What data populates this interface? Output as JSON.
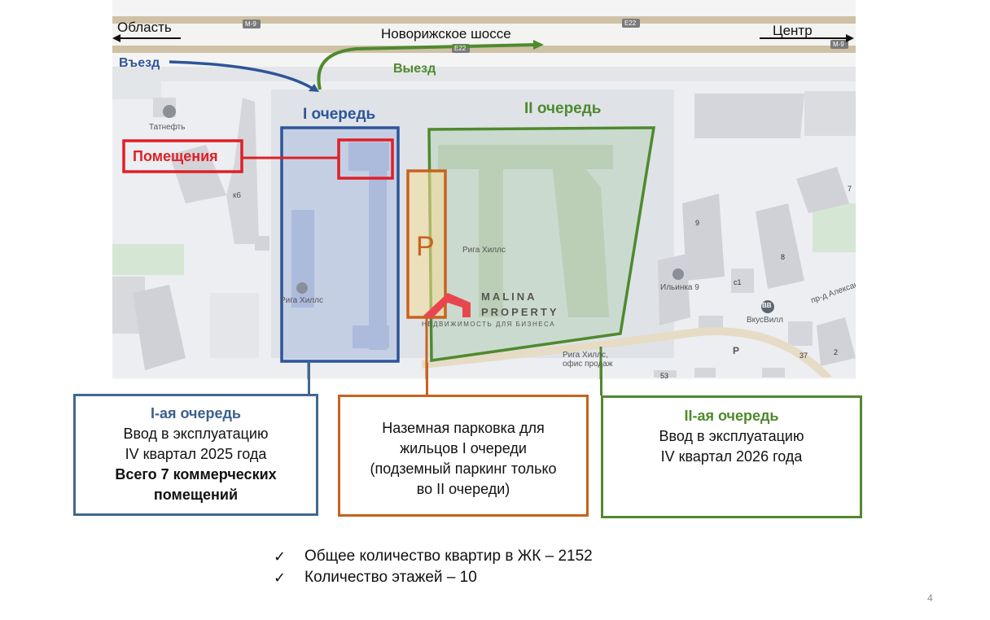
{
  "map": {
    "road_left": "Область",
    "road_right": "Центр",
    "road_name": "Новорижское шоссе",
    "entry": "Въезд",
    "exit": "Выезд",
    "queue1": "I очередь",
    "queue2": "II очередь",
    "premises": "Помещения",
    "parking_letter": "P",
    "complex_name_1": "Рига Хиллс",
    "complex_name_2": "Рига Хиллс",
    "complex_office": "Рига Хиллс,\nофис продаж",
    "tatneft": "Татнефть",
    "ilinka": "Ильинка 9",
    "vkusvill": "ВкусВилл",
    "street": "пр-д Алексан",
    "k6": "к6",
    "m9_a": "М-9",
    "m9_b": "М-9",
    "e22_a": "E22",
    "e22_b": "E22",
    "bld_9": "9",
    "bld_8": "8",
    "bld_7": "7",
    "bld_c1": "с1",
    "bld_37": "37",
    "bld_2": "2",
    "bld_53": "53",
    "vv": "ВВ",
    "p_sign": "P",
    "watermark_line1": "MALINA",
    "watermark_line2": "PROPERTY",
    "watermark_line3": "НЕДВИЖИМОСТЬ ДЛЯ БИЗНЕСА"
  },
  "colors": {
    "queue1": "#2e5597",
    "queue2": "#4f8a2e",
    "parking": "#c8621f",
    "premises": "#e01f26"
  },
  "box1": {
    "title": "I-ая очередь",
    "line1": "Ввод в эксплуатацию",
    "line2": "IV квартал 2025 года",
    "line3": "Всего 7 коммерческих",
    "line4": "помещений"
  },
  "box2": {
    "line1": "Наземная парковка для",
    "line2": "жильцов I очереди",
    "line3": "(подземный паркинг только",
    "line4": "во II очереди)"
  },
  "box3": {
    "title": "II-ая очередь",
    "line1": "Ввод в эксплуатацию",
    "line2": "IV квартал 2026 года"
  },
  "facts": {
    "check": "✓",
    "item1": "Общее количество квартир в ЖК – 2152",
    "item2": "Количество этажей – 10"
  },
  "page_number": "4"
}
